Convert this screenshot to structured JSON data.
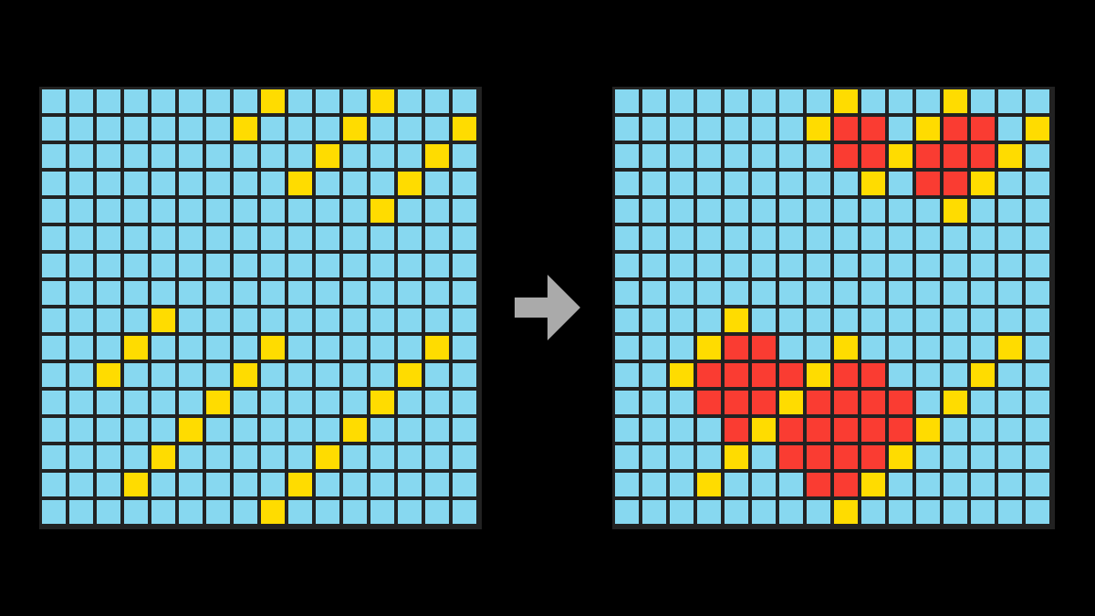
{
  "colors": {
    "b": "#87d8f0",
    "y": "#ffdc00",
    "r": "#fa3c32",
    "border": "#222222",
    "arrow": "#aaaaaa"
  },
  "input_grid": [
    "bbbbbbbbybbbybbb",
    "bbbbbbbybbbybbby",
    "bbbbbbbbbbybbbyb",
    "bbbbbbbbbybbbybb",
    "bbbbbbbbbbbbybbb",
    "bbbbbbbbbbbbbbbb",
    "bbbbbbbbbbbbbbbb",
    "bbbbbbbbbbbbbbbb",
    "bbbbybbbbbbbbbbb",
    "bbbybbbbybbbbbyb",
    "bbybbbbybbbbbybb",
    "bbbbbbybbbbbybbb",
    "bbbbbybbbbbybbbb",
    "bbbbybbbbbybbbbb",
    "bbbybbbbbybbbbbb",
    "bbbbbbbbybbbbbbb"
  ],
  "output_grid": [
    "bbbbbbbbybbbybbb",
    "bbbbbbbyrrbyrrby",
    "bbbbbbbbrryrrryb",
    "bbbbbbbbbybrrybb",
    "bbbbbbbbbbbbybbb",
    "bbbbbbbbbbbbbbbb",
    "bbbbbbbbbbbbbbbb",
    "bbbbbbbbbbbbbbbb",
    "bbbbybbbbbbbbbbb",
    "bbbyrrbbybbbbbyb",
    "bbyrrrryrrbbbybb",
    "bbbrrryrrrrbybbb",
    "bbbbryrrrrrybbbb",
    "bbbbybrrrrybbbbb",
    "bbbybbbrrybbbbbb",
    "bbbbbbbbybbbbbbb"
  ]
}
